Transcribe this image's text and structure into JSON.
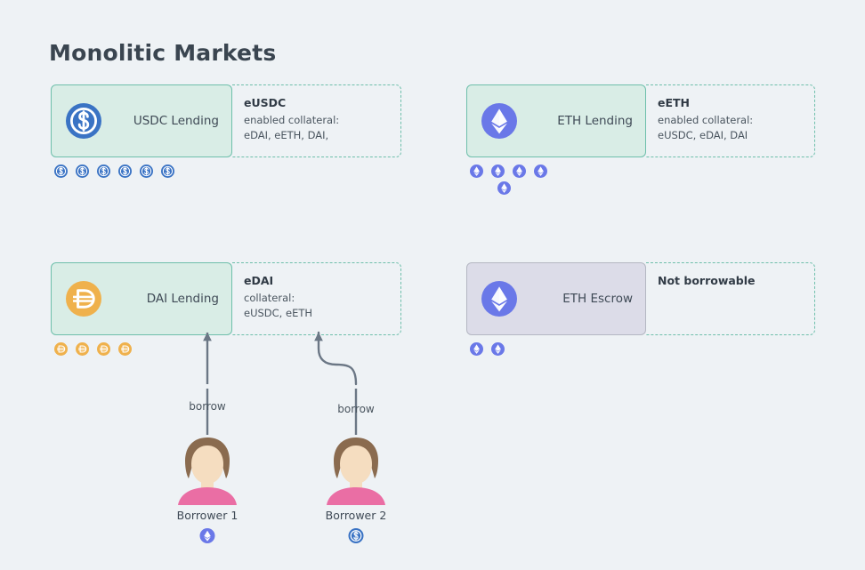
{
  "title": "Monolitic Markets",
  "colors": {
    "background": "#eef2f5",
    "lending_fill": "#d9ede6",
    "lending_border": "#6ebfab",
    "escrow_fill": "#dcdce8",
    "escrow_border": "#b4b7c2",
    "usdc": "#3a73c4",
    "eth": "#6a78e8",
    "dai": "#efb14c",
    "arrow": "#6b7785",
    "title_text": "#3a4550",
    "person_hair": "#8a6b4f",
    "person_skin": "#f5ddc0",
    "person_shirt": "#ea6ea4"
  },
  "markets": [
    {
      "id": "usdc-lending",
      "box_label": "USDC Lending",
      "icon": "usdc-icon",
      "kind": "lending",
      "dashed": {
        "title": "eUSDC",
        "lines": [
          "enabled collateral:",
          "eDAI, eETH, DAI,"
        ]
      },
      "coins": {
        "icon": "usdc-icon",
        "row1": 6,
        "row2": 0,
        "row2_offset_index": 0
      }
    },
    {
      "id": "eth-lending",
      "box_label": "ETH Lending",
      "icon": "eth-icon",
      "kind": "lending",
      "dashed": {
        "title": "eETH",
        "lines": [
          "enabled collateral:",
          "eUSDC, eDAI, DAI"
        ]
      },
      "coins": {
        "icon": "eth-icon",
        "row1": 4,
        "row2": 1,
        "row2_offset_index": 1
      }
    },
    {
      "id": "dai-lending",
      "box_label": "DAI Lending",
      "icon": "dai-icon",
      "kind": "lending",
      "dashed": {
        "title": "eDAI",
        "lines": [
          "collateral:",
          "eUSDC, eETH"
        ]
      },
      "coins": {
        "icon": "dai-icon",
        "row1": 4,
        "row2": 0,
        "row2_offset_index": 0
      }
    },
    {
      "id": "eth-escrow",
      "box_label": "ETH Escrow",
      "icon": "eth-icon",
      "kind": "escrow",
      "dashed": {
        "title": "Not borrowable",
        "lines": []
      },
      "coins": {
        "icon": "eth-icon",
        "row1": 2,
        "row2": 0,
        "row2_offset_index": 0
      }
    }
  ],
  "borrowers": [
    {
      "id": "borrower-1",
      "label": "Borrower 1",
      "badge_icon": "eth-icon",
      "flow_label": "borrow"
    },
    {
      "id": "borrower-2",
      "label": "Borrower 2",
      "badge_icon": "usdc-icon",
      "flow_label": "borrow"
    }
  ]
}
